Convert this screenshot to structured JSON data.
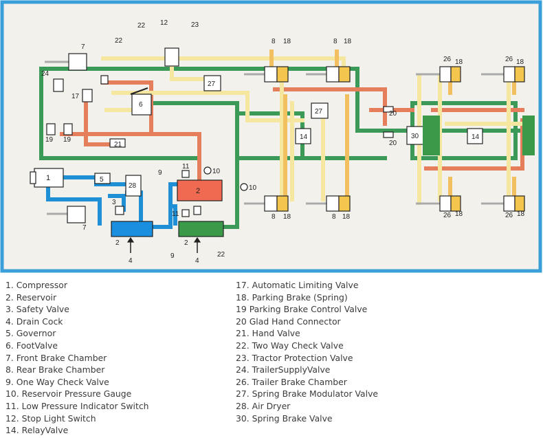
{
  "colors": {
    "frame_border": "#3a9fd8",
    "frame_fill": "#f2f1ec",
    "supply_line": "#1f8fd6",
    "primary_line": "#3c9a58",
    "secondary_line": "#e57e5a",
    "control_line": "#f6e7a0",
    "park_line": "#f2c060",
    "reservoir_red": "#f06a52",
    "reservoir_blue": "#1a8fe0",
    "reservoir_green": "#3a9a4a",
    "component_fill": "#ffffff",
    "chamber_yellow": "#f4c64e"
  },
  "diagram": {
    "labels": {
      "compressor": "1",
      "reservoir_red": "2",
      "reservoir_blue": "2",
      "reservoir_green": "2",
      "safety_valve": "3",
      "drain_left": "4",
      "drain_right": "4",
      "governor": "5",
      "foot_valve": "6",
      "front_chamber_top": "7",
      "front_chamber_bottom": "7",
      "rear_8_a_top": "8",
      "rear_18_a_top": "18",
      "rear_8_b_top": "8",
      "rear_18_b_top": "18",
      "rear_8_a_bot": "8",
      "rear_18_a_bot": "18",
      "rear_8_b_bot": "8",
      "rear_18_b_bot": "18",
      "check_9_left": "9",
      "check_9_bottom": "9",
      "gauge_10_a": "10",
      "gauge_10_b": "10",
      "lp_switch_11_a": "11",
      "lp_switch_11_b": "11",
      "stop_switch_12": "12",
      "relay_14_a": "14",
      "relay_14_b": "14",
      "limiting_17": "17",
      "park_ctrl_19_a": "19",
      "park_ctrl_19_b": "19",
      "glad_20_a": "20",
      "glad_20_b": "20",
      "hand_21": "21",
      "two_way_22_a": "22",
      "two_way_22_b": "22",
      "two_way_22_c": "22",
      "tractor_prot_23": "23",
      "trailer_supply_24": "24",
      "trailer_26_a_top": "26",
      "trailer_18_a_top": "18",
      "trailer_26_b_top": "26",
      "trailer_18_b_top": "18",
      "trailer_26_a_bot": "26",
      "trailer_18_a_bot": "18",
      "trailer_26_b_bot": "26",
      "trailer_18_b_bot": "18",
      "spring_mod_27_a": "27",
      "spring_mod_27_b": "27",
      "air_dryer_28": "28",
      "spring_brake_30": "30"
    }
  },
  "legend": {
    "left": [
      "1. Compressor",
      "2. Reservoir",
      "3. Safety Valve",
      "4. Drain Cock",
      "5. Governor",
      "6. FootValve",
      "7. Front Brake Chamber",
      "8. Rear Brake Chamber",
      "9. One Way Check Valve",
      "10. Reservoir Pressure Gauge",
      "11. Low Pressure Indicator Switch",
      "12. Stop Light Switch",
      "14. RelayValve"
    ],
    "right": [
      "17. Automatic Limiting Valve",
      "18. Parking Brake (Spring)",
      "19 Parking Brake Control Valve",
      "20 Glad Hand Connector",
      "21. Hand Valve",
      "22. Two Way Check Valve",
      "23. Tractor Protection Valve",
      "24. TrailerSupplyValve",
      "26. Trailer Brake Chamber",
      "27. Spring Brake Modulator Valve",
      "28. Air Dryer",
      "30. Spring Brake Valve"
    ]
  }
}
